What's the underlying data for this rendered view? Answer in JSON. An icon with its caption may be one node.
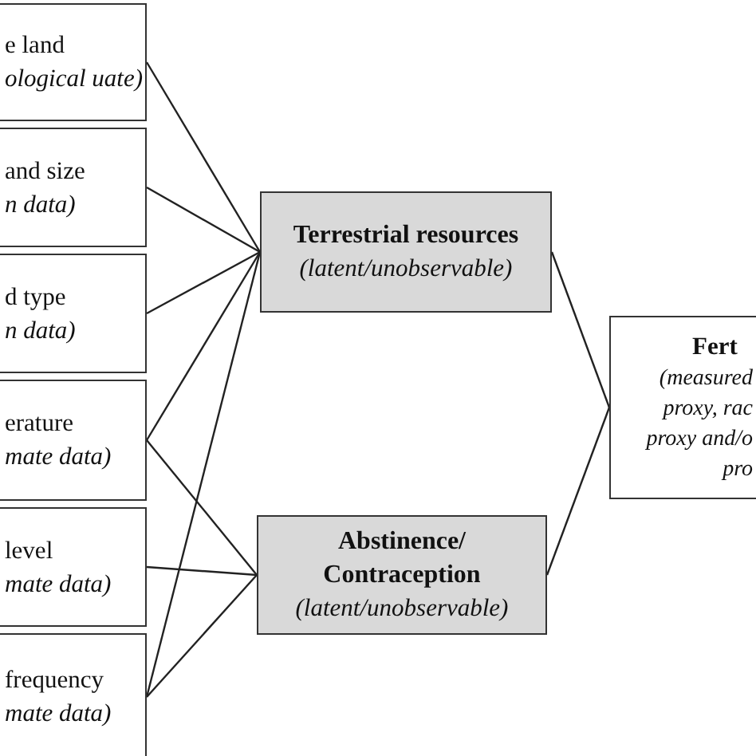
{
  "diagram": {
    "nodes": [
      {
        "text": [
          "e land",
          "ological uate)"
        ]
      },
      {
        "text": [
          "and size",
          "n data)"
        ]
      },
      {
        "text": [
          "d type",
          "n data)"
        ]
      },
      {
        "text": [
          "erature",
          "mate data)"
        ]
      },
      {
        "text": [
          "level",
          "mate data)"
        ]
      },
      {
        "text": [
          "frequency",
          "mate data)"
        ]
      },
      {
        "text": [
          "Terrestrial resources",
          "(latent/unobservable)"
        ]
      },
      {
        "text": [
          "Abstinence/ Contraception",
          "(latent/unobservable)"
        ]
      },
      {
        "text": [
          "Fert",
          "(measured proxy, rac proxy and/o pro"
        ]
      }
    ],
    "edges": [
      {
        "from": 0,
        "to": 6,
        "arrow": "none"
      },
      {
        "from": 1,
        "to": 6,
        "arrow": "none"
      },
      {
        "from": 2,
        "to": 6,
        "arrow": "none"
      },
      {
        "from": 3,
        "to": 6,
        "arrow": "none"
      },
      {
        "from": 3,
        "to": 7,
        "arrow": "none"
      },
      {
        "from": 4,
        "to": 7,
        "arrow": "none"
      },
      {
        "from": 5,
        "to": 6,
        "arrow": "none"
      },
      {
        "from": 5,
        "to": 7,
        "arrow": "none"
      },
      {
        "from": 6,
        "to": 8,
        "arrow": "none"
      },
      {
        "from": 7,
        "to": 8,
        "arrow": "none"
      }
    ]
  }
}
